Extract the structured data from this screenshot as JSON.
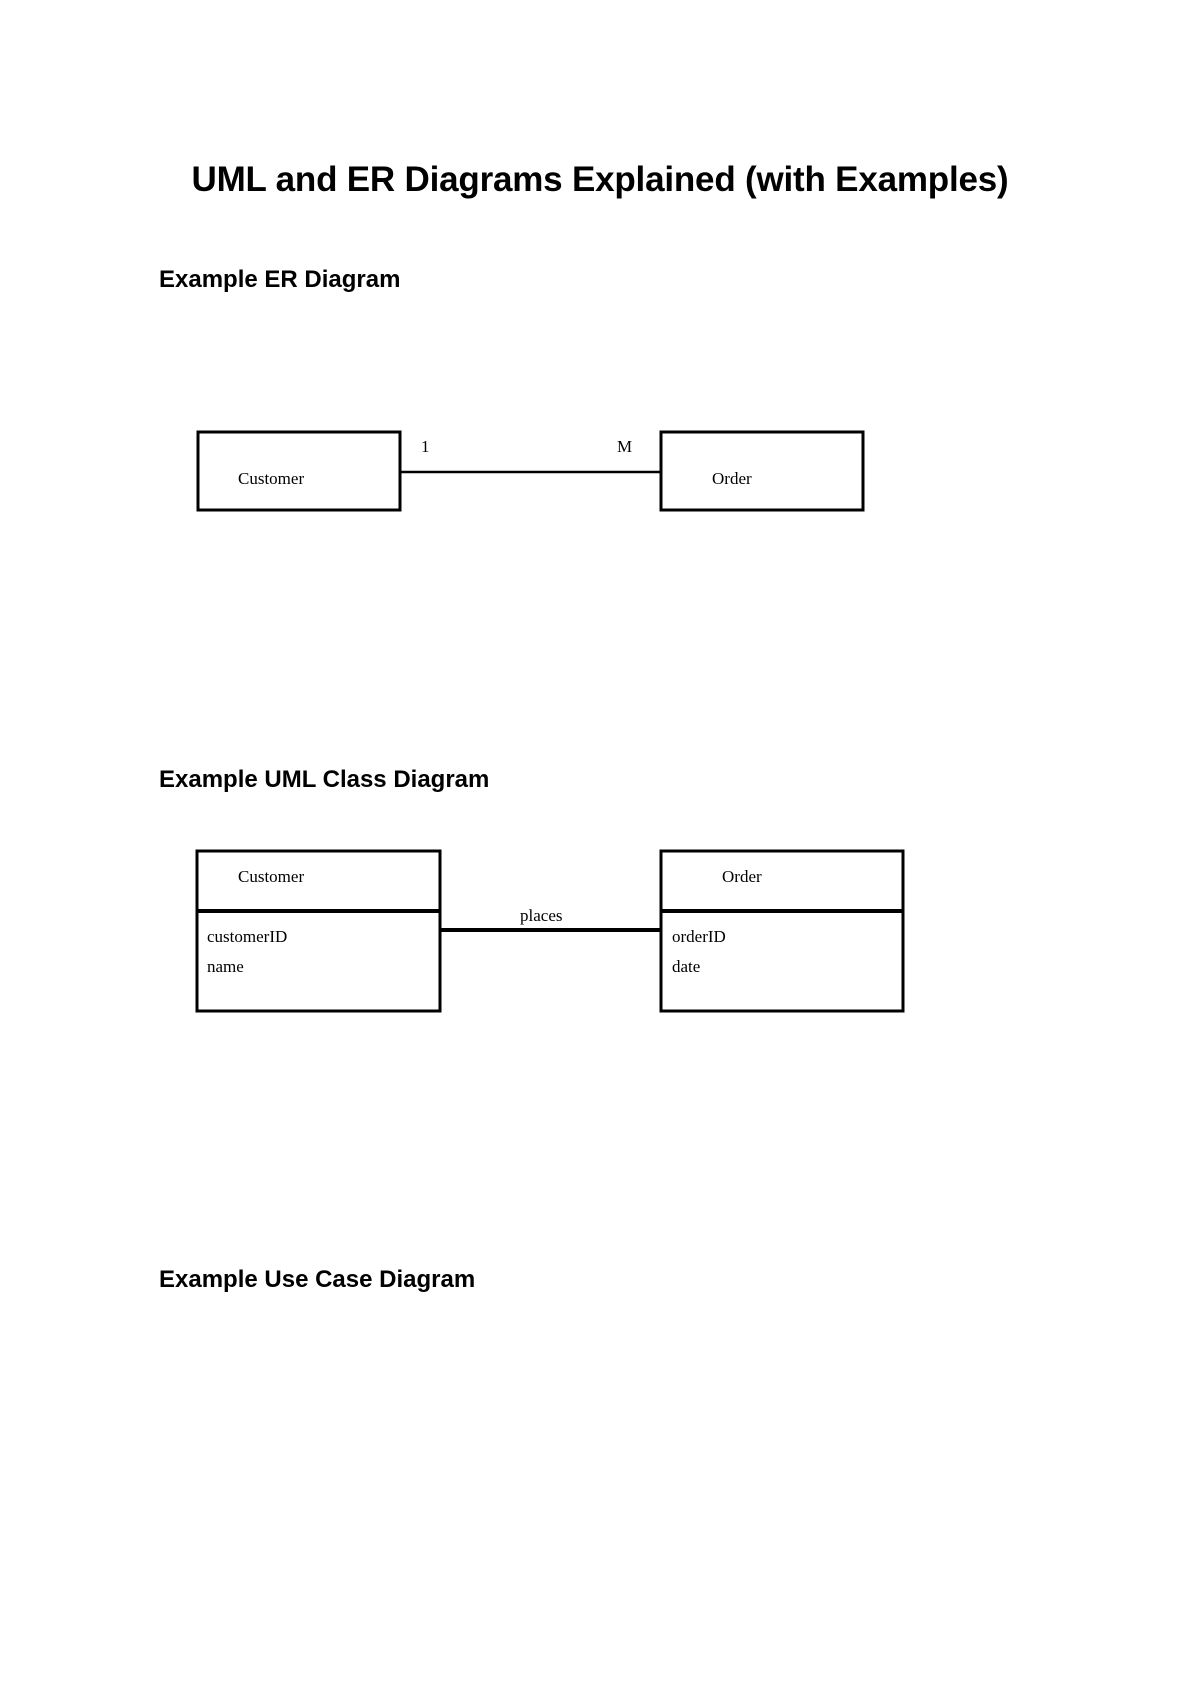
{
  "document": {
    "title": "UML and ER Diagrams Explained (with Examples)"
  },
  "sections": [
    {
      "heading": "Example ER Diagram",
      "diagram": {
        "type": "er",
        "entities": [
          {
            "name": "Customer"
          },
          {
            "name": "Order"
          }
        ],
        "relationship": {
          "from": "Customer",
          "to": "Order",
          "from_cardinality": "1",
          "to_cardinality": "M"
        }
      }
    },
    {
      "heading": "Example UML Class Diagram",
      "diagram": {
        "type": "uml-class",
        "classes": [
          {
            "name": "Customer",
            "attributes": [
              "customerID",
              "name"
            ]
          },
          {
            "name": "Order",
            "attributes": [
              "orderID",
              "date"
            ]
          }
        ],
        "association": {
          "label": "places",
          "from": "Customer",
          "to": "Order"
        }
      }
    },
    {
      "heading": "Example Use Case Diagram",
      "diagram": null
    }
  ]
}
